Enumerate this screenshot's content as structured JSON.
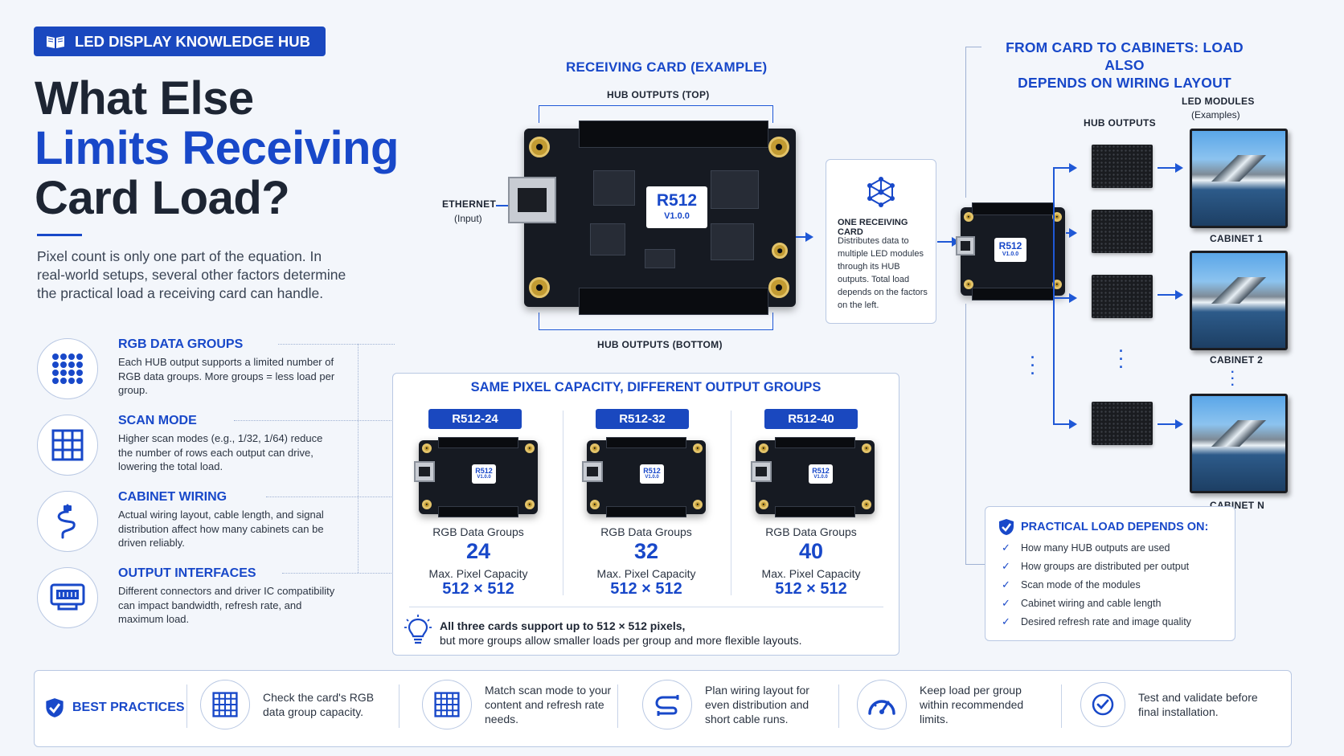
{
  "badge": {
    "label": "LED DISPLAY KNOWLEDGE HUB",
    "icon": "book-icon"
  },
  "title": {
    "line1": "What Else",
    "line2": "Limits Receiving",
    "line3": "Card Load?"
  },
  "intro": "Pixel count is only one part of the equation. In real-world setups, several other factors determine the practical load a receiving card can handle.",
  "factors": [
    {
      "title": "RGB DATA GROUPS",
      "desc": "Each HUB output supports a limited number of RGB data groups. More groups = less load per group.",
      "icon": "dot-grid-icon"
    },
    {
      "title": "SCAN MODE",
      "desc": "Higher scan modes (e.g., 1/32, 1/64) reduce the number of rows each output can drive, lowering the total load.",
      "icon": "grid-icon"
    },
    {
      "title": "CABINET WIRING",
      "desc": "Actual wiring layout, cable length, and signal distribution affect how many cabinets can be driven reliably.",
      "icon": "cable-icon"
    },
    {
      "title": "OUTPUT INTERFACES",
      "desc": "Different connectors and driver IC compatibility can impact bandwidth, refresh rate, and maximum load.",
      "icon": "connector-icon"
    }
  ],
  "receiving_card": {
    "title": "RECEIVING CARD (EXAMPLE)",
    "hub_top": "HUB OUTPUTS (TOP)",
    "hub_bottom": "HUB OUTPUTS (BOTTOM)",
    "ethernet": "ETHERNET",
    "ethernet_sub": "(Input)",
    "model": "R512",
    "version": "V1.0.0"
  },
  "one_card": {
    "title": "ONE RECEIVING CARD",
    "desc": "Distributes data to multiple LED modules through its HUB outputs. Total load depends on the factors on the left.",
    "icon": "network-icon"
  },
  "wiring": {
    "title_line1": "FROM CARD TO CABINETS: LOAD ALSO",
    "title_line2": "DEPENDS ON WIRING LAYOUT",
    "hub_outputs": "HUB OUTPUTS",
    "led_modules": "LED MODULES",
    "led_modules_sub": "(Examples)",
    "cabinets": [
      "CABINET 1",
      "CABINET 2",
      "CABINET N"
    ],
    "mini_model": "R512",
    "mini_version": "V1.0.0"
  },
  "comparison": {
    "title": "SAME PIXEL CAPACITY, DIFFERENT OUTPUT GROUPS",
    "group_label": "RGB Data Groups",
    "capacity_label": "Max. Pixel Capacity",
    "models": [
      {
        "name": "R512-24",
        "groups": "24",
        "capacity": "512 × 512"
      },
      {
        "name": "R512-32",
        "groups": "32",
        "capacity": "512 × 512"
      },
      {
        "name": "R512-40",
        "groups": "40",
        "capacity": "512 × 512"
      }
    ],
    "card_model": "R512",
    "card_version": "V1.0.0",
    "note_bold": "All three cards support up to 512 × 512 pixels,",
    "note_rest": "but more groups allow smaller loads per group and more flexible layouts."
  },
  "practical": {
    "title": "PRACTICAL LOAD DEPENDS ON:",
    "items": [
      "How many HUB outputs are used",
      "How groups are distributed per output",
      "Scan mode of the modules",
      "Cabinet wiring and cable length",
      "Desired refresh rate and image quality"
    ]
  },
  "best_practices": {
    "title": "BEST PRACTICES",
    "items": [
      {
        "text": "Check the card's RGB data group capacity.",
        "icon": "grid-icon"
      },
      {
        "text": "Match scan mode to your content and refresh rate needs.",
        "icon": "grid-icon"
      },
      {
        "text": "Plan wiring layout for even distribution and short cable runs.",
        "icon": "wiring-icon"
      },
      {
        "text": "Keep load per group within recommended limits.",
        "icon": "gauge-icon"
      },
      {
        "text": "Test and validate before final installation.",
        "icon": "check-circle-icon"
      }
    ]
  },
  "colors": {
    "accent": "#1848c9",
    "badge": "#1a48bf",
    "text": "#1d2533"
  }
}
